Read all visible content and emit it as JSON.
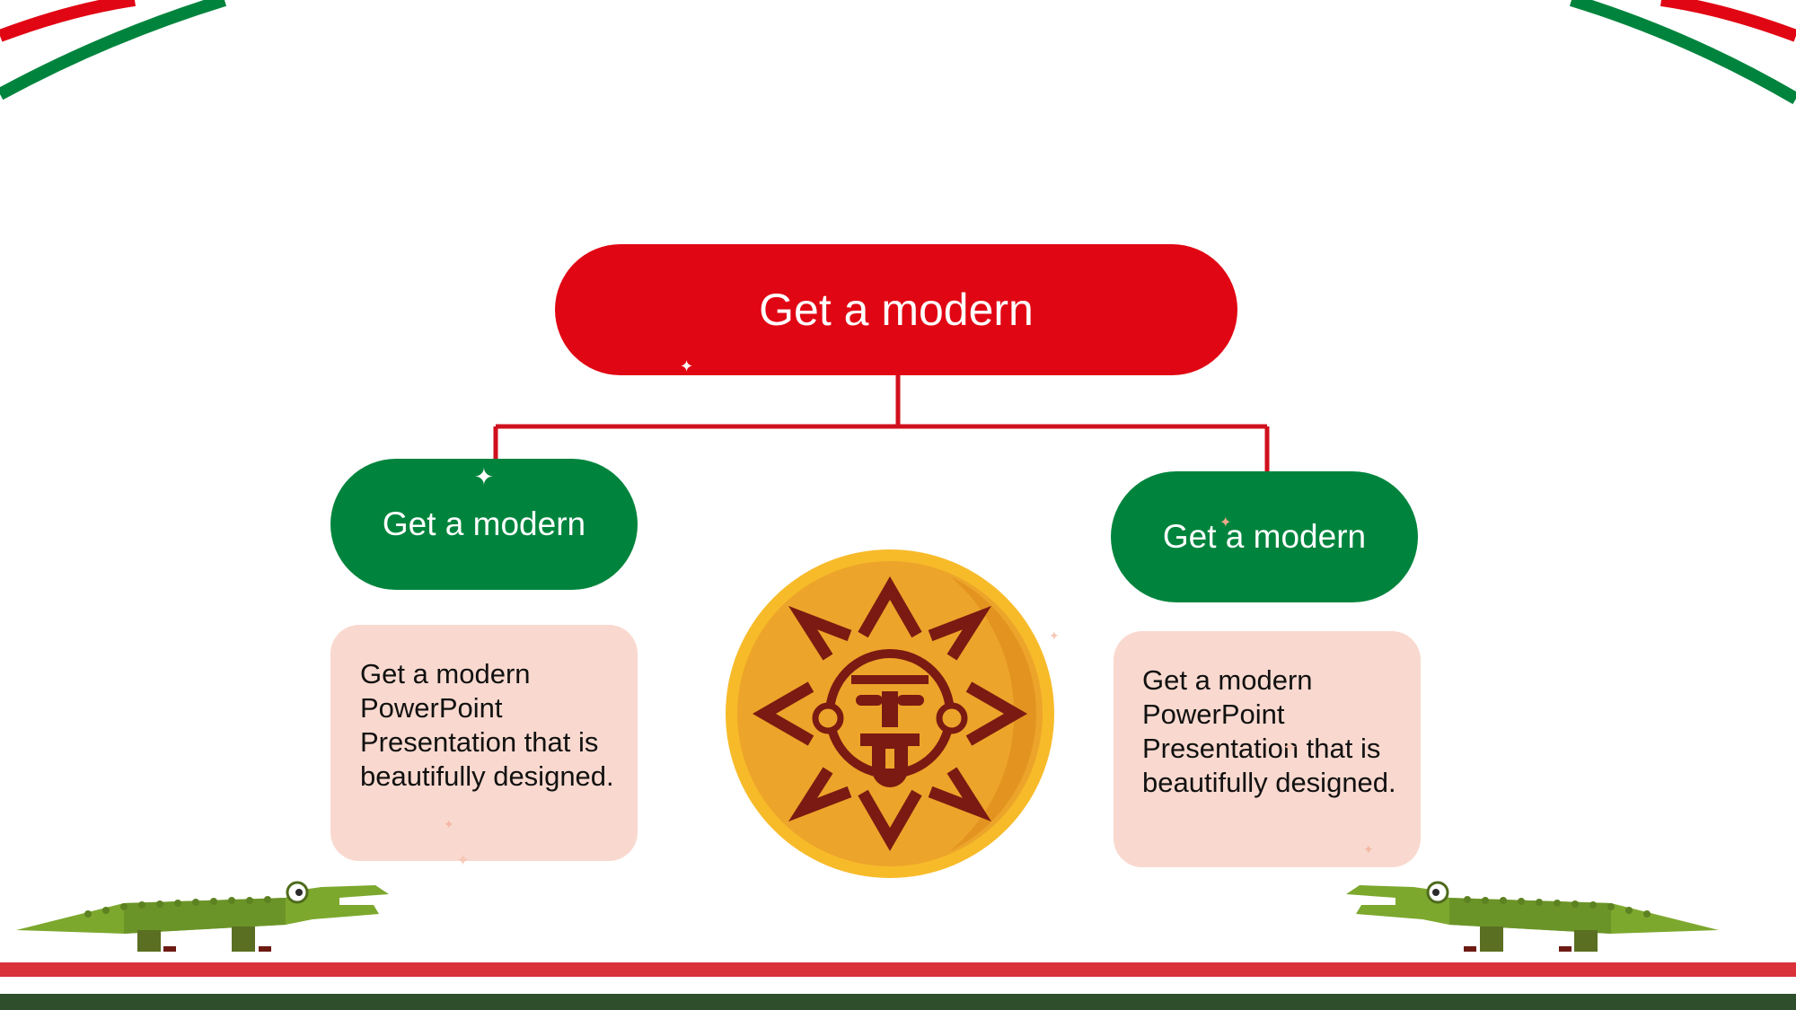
{
  "diagram": {
    "top_node": {
      "label": "Get a modern",
      "color": "#e10613"
    },
    "left_node": {
      "label": "Get a modern",
      "color": "#00843d"
    },
    "right_node": {
      "label": "Get a modern",
      "color": "#00843d"
    },
    "left_description": {
      "text": "Get a modern PowerPoint Presentation that is beautifully designed."
    },
    "right_description": {
      "text": "Get a modern PowerPoint Presentation that is beautifully designed."
    },
    "connector_color": "#d0101d",
    "description_bg": "#f9d9cf"
  },
  "decorations": {
    "center_emblem": "aztec-sun-icon",
    "left_animal": "crocodile-icon",
    "right_animal": "crocodile-icon",
    "flag_colors": [
      "#00843d",
      "#ffffff",
      "#e10613"
    ]
  }
}
